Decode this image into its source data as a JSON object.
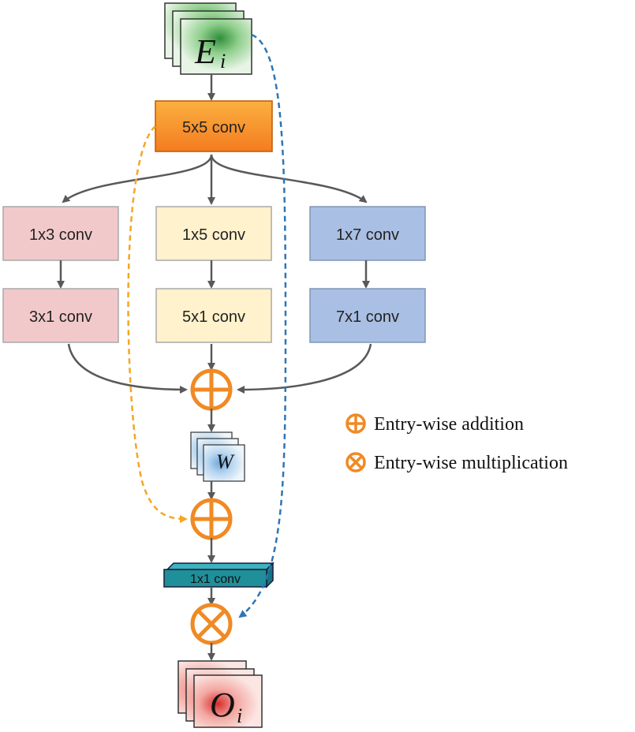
{
  "input": {
    "symbol": "E",
    "subscript": "i"
  },
  "stem": {
    "label": "5x5 conv"
  },
  "branches": [
    {
      "first": "1x3 conv",
      "second": "3x1 conv",
      "color": "#f2c9cb"
    },
    {
      "first": "1x5 conv",
      "second": "5x1 conv",
      "color": "#fff2cc"
    },
    {
      "first": "1x7 conv",
      "second": "7x1 conv",
      "color": "#a9bfe3"
    }
  ],
  "weight_map": {
    "symbol": "W"
  },
  "final_conv": {
    "label": "1x1 conv"
  },
  "output": {
    "symbol": "O",
    "subscript": "i"
  },
  "legend": {
    "addition": "Entry-wise addition",
    "multiplication": "Entry-wise multiplication"
  },
  "colors": {
    "operator": "#f08a24",
    "arrow": "#595959",
    "skip_orange": "#f5a623",
    "skip_blue": "#2e75b6",
    "stem_fill": "#f7941d",
    "final_conv_fill": "#1f8f9a"
  }
}
